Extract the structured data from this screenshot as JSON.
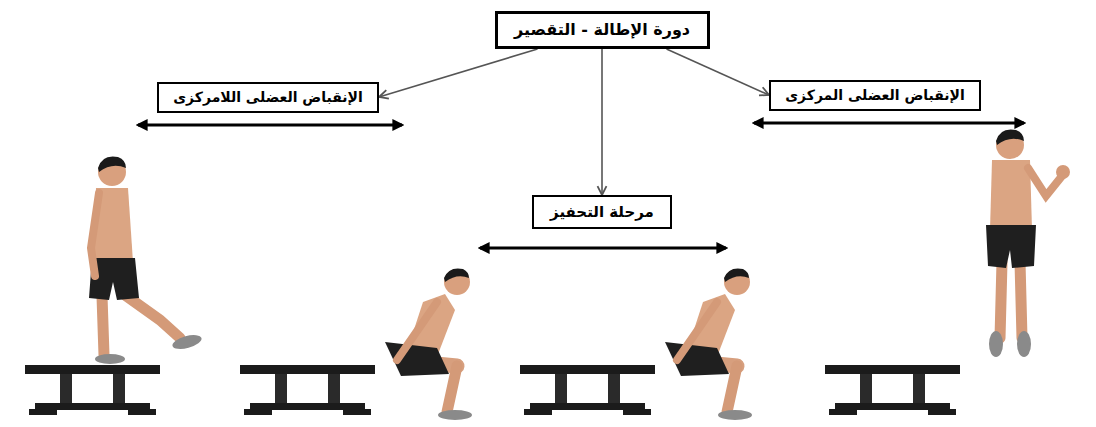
{
  "diagram": {
    "nodes": [
      {
        "text": [
          "دورة الإطالة - التقصير"
        ]
      },
      {
        "text": [
          "الإنقباض العضلى اللامركزى"
        ]
      },
      {
        "text": [
          "مرحلة التحفيز"
        ]
      },
      {
        "text": [
          "الإنقباض العضلى المركزى"
        ]
      }
    ],
    "edges": [
      {
        "from": 0,
        "to": 1,
        "arrow": "to"
      },
      {
        "from": 0,
        "to": 2,
        "arrow": "to"
      },
      {
        "from": 0,
        "to": 3,
        "arrow": "to"
      }
    ]
  }
}
